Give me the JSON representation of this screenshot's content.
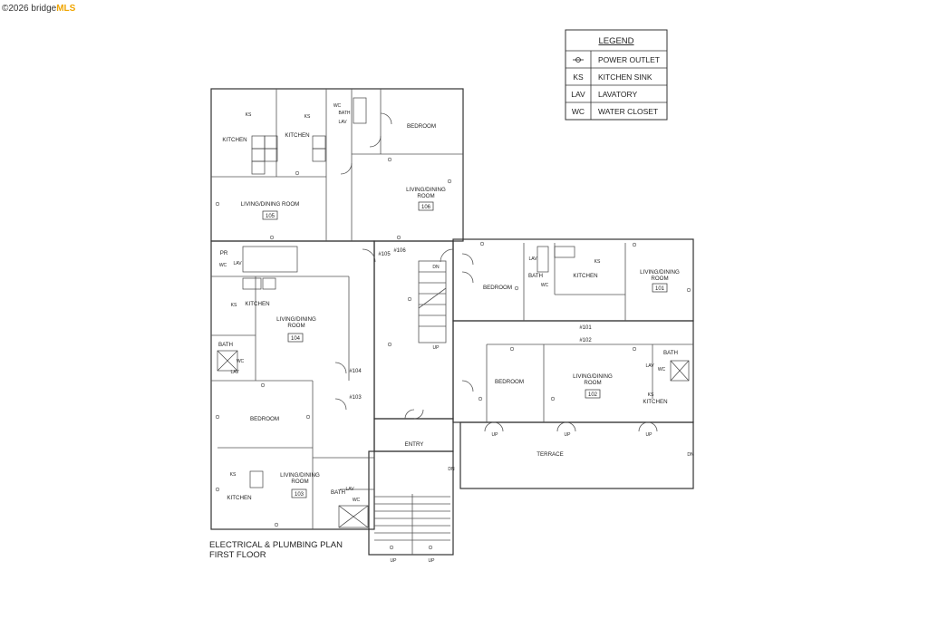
{
  "watermark": {
    "copyright": "©2026 bridge",
    "brand": "MLS"
  },
  "legend": {
    "title": "LEGEND",
    "rows": [
      {
        "symbol_icon": "power-outlet-icon",
        "label": "POWER OUTLET"
      },
      {
        "symbol": "KS",
        "label": "KITCHEN SINK"
      },
      {
        "symbol": "LAV",
        "label": "LAVATORY"
      },
      {
        "symbol": "WC",
        "label": "WATER CLOSET"
      }
    ]
  },
  "caption": {
    "line1": "ELECTRICAL & PLUMBING PLAN",
    "line2": "FIRST FLOOR"
  },
  "rooms": {
    "kitchen_a": "KITCHEN",
    "kitchen_b": "KITCHEN",
    "bedroom_106": "BEDROOM",
    "living_105": "LIVING/DINING ROOM",
    "num_105": "105",
    "living_106_l1": "LIVING/DINING",
    "living_106_l2": "ROOM",
    "num_106": "106",
    "pr": "PR",
    "kitchen_104": "KITCHEN",
    "living_104_l1": "LIVING/DINING",
    "living_104_l2": "ROOM",
    "num_104": "104",
    "bath_104": "BATH",
    "bedroom_104": "BEDROOM",
    "kitchen_103": "KITCHEN",
    "living_103_l1": "LIVING/DINING",
    "living_103_l2": "ROOM",
    "num_103": "103",
    "bath_103": "BATH",
    "bedroom_101": "BEDROOM",
    "bath_101": "BATH",
    "kitchen_101": "KITCHEN",
    "living_101_l1": "LIVING/DINING",
    "living_101_l2": "ROOM",
    "num_101": "101",
    "bedroom_102": "BEDROOM",
    "living_102_l1": "LIVING/DINING",
    "living_102_l2": "ROOM",
    "num_102": "102",
    "bath_102": "BATH",
    "kitchen_102": "KITCHEN",
    "entry": "ENTRY",
    "terrace": "TERRACE"
  },
  "doors": {
    "d105": "#105",
    "d106": "#106",
    "d101": "#101",
    "d102": "#102",
    "d104": "#104",
    "d103": "#103"
  },
  "fixtures": {
    "ks": "KS",
    "lav": "LAV",
    "wc": "WC",
    "bath": "BATH",
    "dn": "DN",
    "up": "UP"
  }
}
